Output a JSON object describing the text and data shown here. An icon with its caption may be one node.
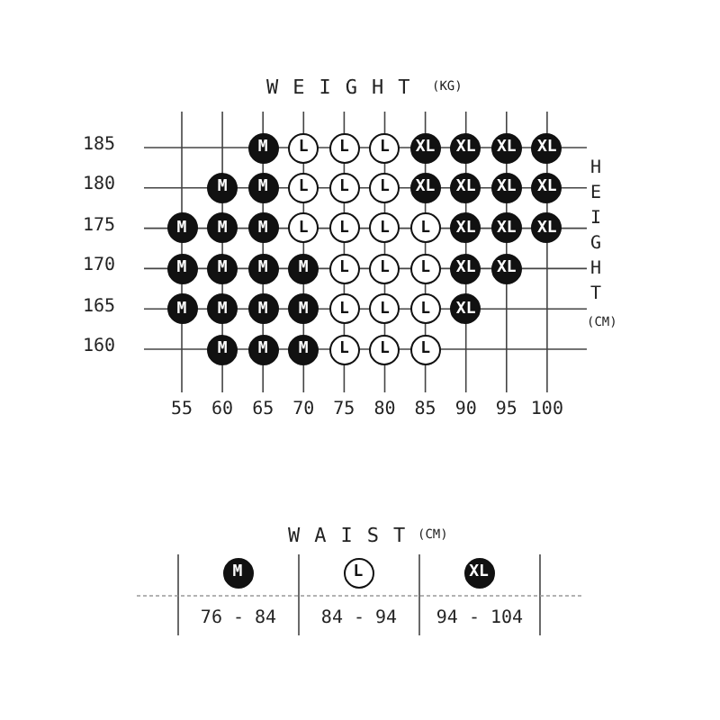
{
  "diagram": {
    "nodes": [
      {
        "text": [
          "M"
        ]
      },
      {
        "text": [
          "L"
        ]
      },
      {
        "text": [
          "L"
        ]
      },
      {
        "text": [
          "L"
        ]
      },
      {
        "text": [
          "XL"
        ]
      },
      {
        "text": [
          "XL"
        ]
      },
      {
        "text": [
          "XL"
        ]
      },
      {
        "text": [
          "XL"
        ]
      },
      {
        "text": [
          "M"
        ]
      },
      {
        "text": [
          "M"
        ]
      },
      {
        "text": [
          "L"
        ]
      },
      {
        "text": [
          "L"
        ]
      },
      {
        "text": [
          "L"
        ]
      },
      {
        "text": [
          "XL"
        ]
      },
      {
        "text": [
          "XL"
        ]
      },
      {
        "text": [
          "XL"
        ]
      },
      {
        "text": [
          "XL"
        ]
      },
      {
        "text": [
          "M"
        ]
      },
      {
        "text": [
          "M"
        ]
      },
      {
        "text": [
          "M"
        ]
      },
      {
        "text": [
          "L"
        ]
      },
      {
        "text": [
          "L"
        ]
      },
      {
        "text": [
          "L"
        ]
      },
      {
        "text": [
          "L"
        ]
      },
      {
        "text": [
          "XL"
        ]
      },
      {
        "text": [
          "XL"
        ]
      },
      {
        "text": [
          "XL"
        ]
      },
      {
        "text": [
          "M"
        ]
      },
      {
        "text": [
          "M"
        ]
      },
      {
        "text": [
          "M"
        ]
      },
      {
        "text": [
          "M"
        ]
      },
      {
        "text": [
          "L"
        ]
      },
      {
        "text": [
          "L"
        ]
      },
      {
        "text": [
          "L"
        ]
      },
      {
        "text": [
          "XL"
        ]
      },
      {
        "text": [
          "XL"
        ]
      },
      {
        "text": [
          "M"
        ]
      },
      {
        "text": [
          "M"
        ]
      },
      {
        "text": [
          "M"
        ]
      },
      {
        "text": [
          "M"
        ]
      },
      {
        "text": [
          "L"
        ]
      },
      {
        "text": [
          "L"
        ]
      },
      {
        "text": [
          "L"
        ]
      },
      {
        "text": [
          "XL"
        ]
      },
      {
        "text": [
          "M"
        ]
      },
      {
        "text": [
          "M"
        ]
      },
      {
        "text": [
          "M"
        ]
      },
      {
        "text": [
          "L"
        ]
      },
      {
        "text": [
          "L"
        ]
      },
      {
        "text": [
          "L"
        ]
      },
      {
        "text": [
          "M"
        ]
      },
      {
        "text": [
          "L"
        ]
      },
      {
        "text": [
          "XL"
        ]
      }
    ],
    "labels": [
      "WEIGHT",
      "(KG)",
      "185",
      "180",
      "175",
      "170",
      "165",
      "160",
      "HEIGHT",
      "(CM)",
      "55",
      "60",
      "65",
      "70",
      "75",
      "80",
      "85",
      "90",
      "95",
      "100",
      "WAIST",
      "(CM)",
      "76 - 84",
      "84 - 94",
      "94 - 104"
    ]
  }
}
